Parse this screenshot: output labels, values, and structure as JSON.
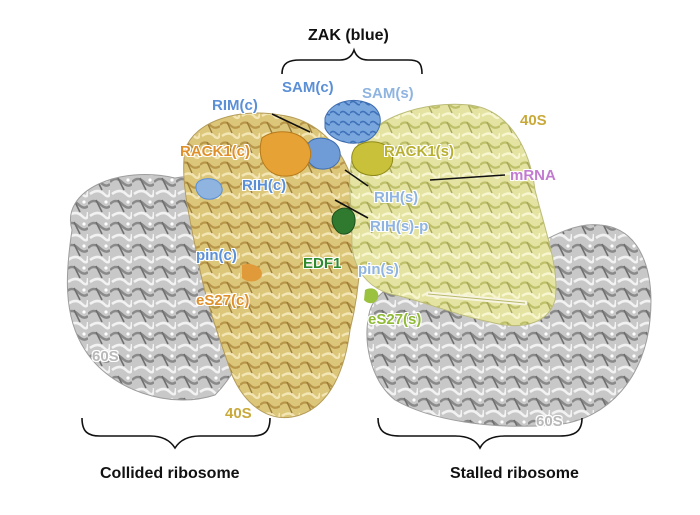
{
  "title": "ZAK (blue)",
  "colors": {
    "zak_blue": "#5b8fd6",
    "zak_light": "#8fb4e0",
    "rack1_orange": "#e0902a",
    "rack1_yellow": "#b8b030",
    "subunit40s_gold": "#c9a93a",
    "mrna_pink": "#c37bd0",
    "edf1_green": "#2f8a2f",
    "es27s_green": "#8fba36",
    "subunit60s_gray": "#b8b8b8",
    "collided_40s": "#e6cf8a",
    "stalled_40s": "#e8e6a0"
  },
  "labels": {
    "rim_c": "RIM(c)",
    "sam_c": "SAM(c)",
    "sam_s": "SAM(s)",
    "rack1_c": "RACK1(c)",
    "rack1_s": "RACK1(s)",
    "rih_c": "RIH(c)",
    "rih_s": "RIH(s)",
    "rih_s_p": "RIH(s)-p",
    "pin_c": "pin(c)",
    "pin_s": "pin(s)",
    "edf1": "EDF1",
    "es27_c": "eS27(c)",
    "es27_s": "eS27(s)",
    "mrna": "mRNA",
    "top_40s": "40S",
    "bottom_40s": "40S",
    "left_60s": "60S",
    "right_60s": "60S"
  },
  "captions": {
    "collided": "Collided ribosome",
    "stalled": "Stalled ribosome"
  }
}
